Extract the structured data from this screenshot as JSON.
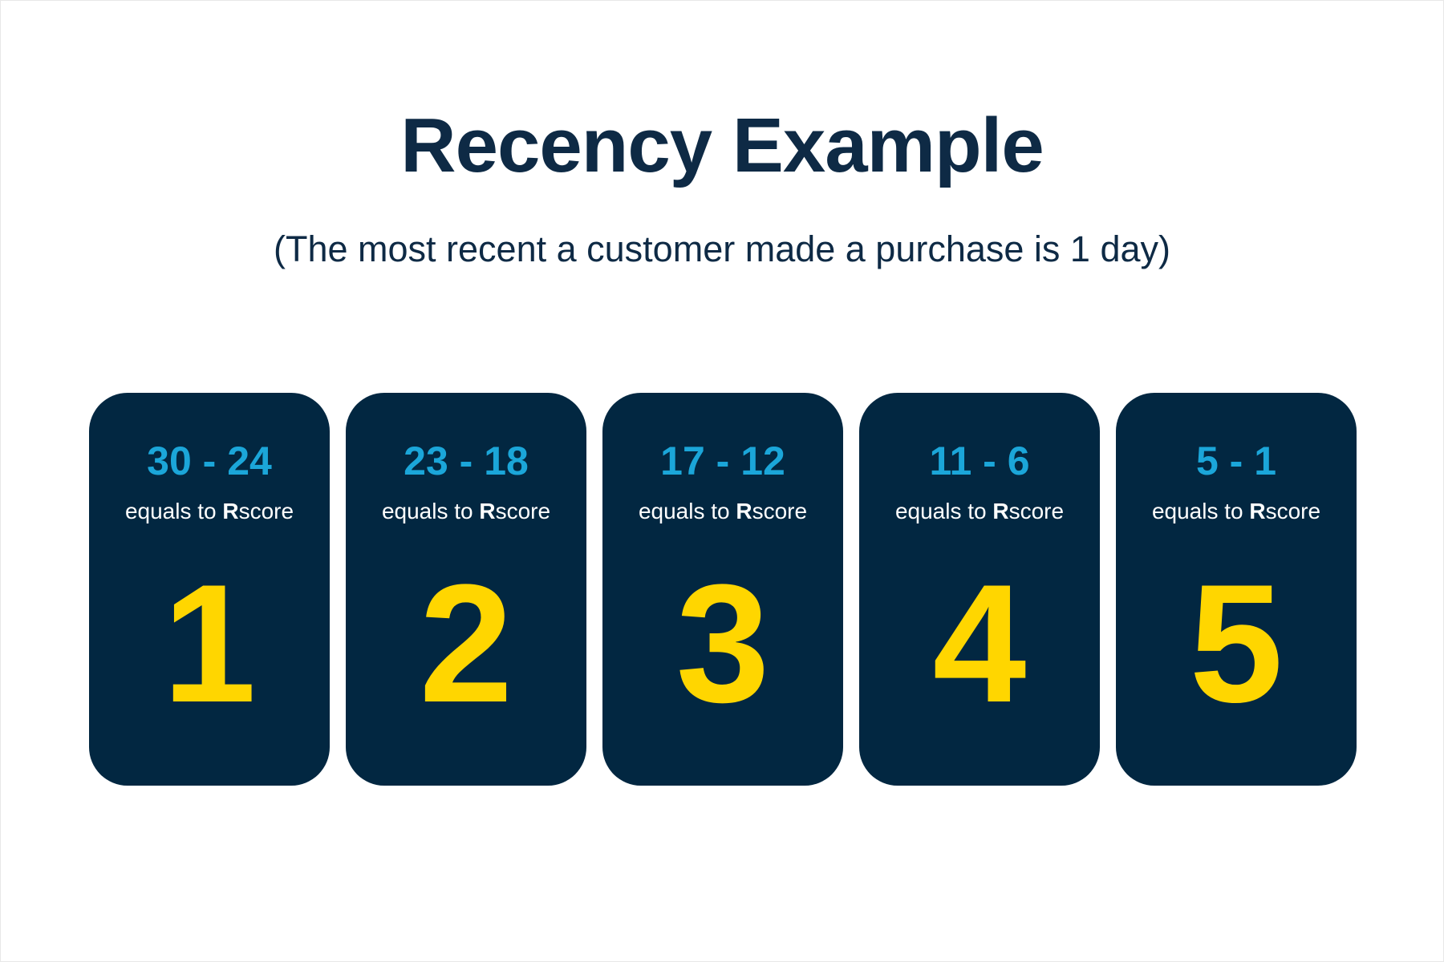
{
  "title": "Recency Example",
  "subtitle": "(The most recent a customer made a purchase is 1 day)",
  "colors": {
    "background": "#ffffff",
    "card_background": "#022741",
    "title_text": "#0e2a45",
    "range_text": "#1ba6d9",
    "caption_text": "#ffffff",
    "score_text": "#ffd600"
  },
  "cards": [
    {
      "range": "30 - 24",
      "caption_prefix": "equals to ",
      "caption_bold": "R",
      "caption_suffix": "score",
      "score": "1"
    },
    {
      "range": "23 - 18",
      "caption_prefix": "equals to ",
      "caption_bold": "R",
      "caption_suffix": "score",
      "score": "2"
    },
    {
      "range": "17 - 12",
      "caption_prefix": "equals to ",
      "caption_bold": "R",
      "caption_suffix": "score",
      "score": "3"
    },
    {
      "range": "11 - 6",
      "caption_prefix": "equals to ",
      "caption_bold": "R",
      "caption_suffix": "score",
      "score": "4"
    },
    {
      "range": "5 - 1",
      "caption_prefix": "equals to ",
      "caption_bold": "R",
      "caption_suffix": "score",
      "score": "5"
    }
  ]
}
